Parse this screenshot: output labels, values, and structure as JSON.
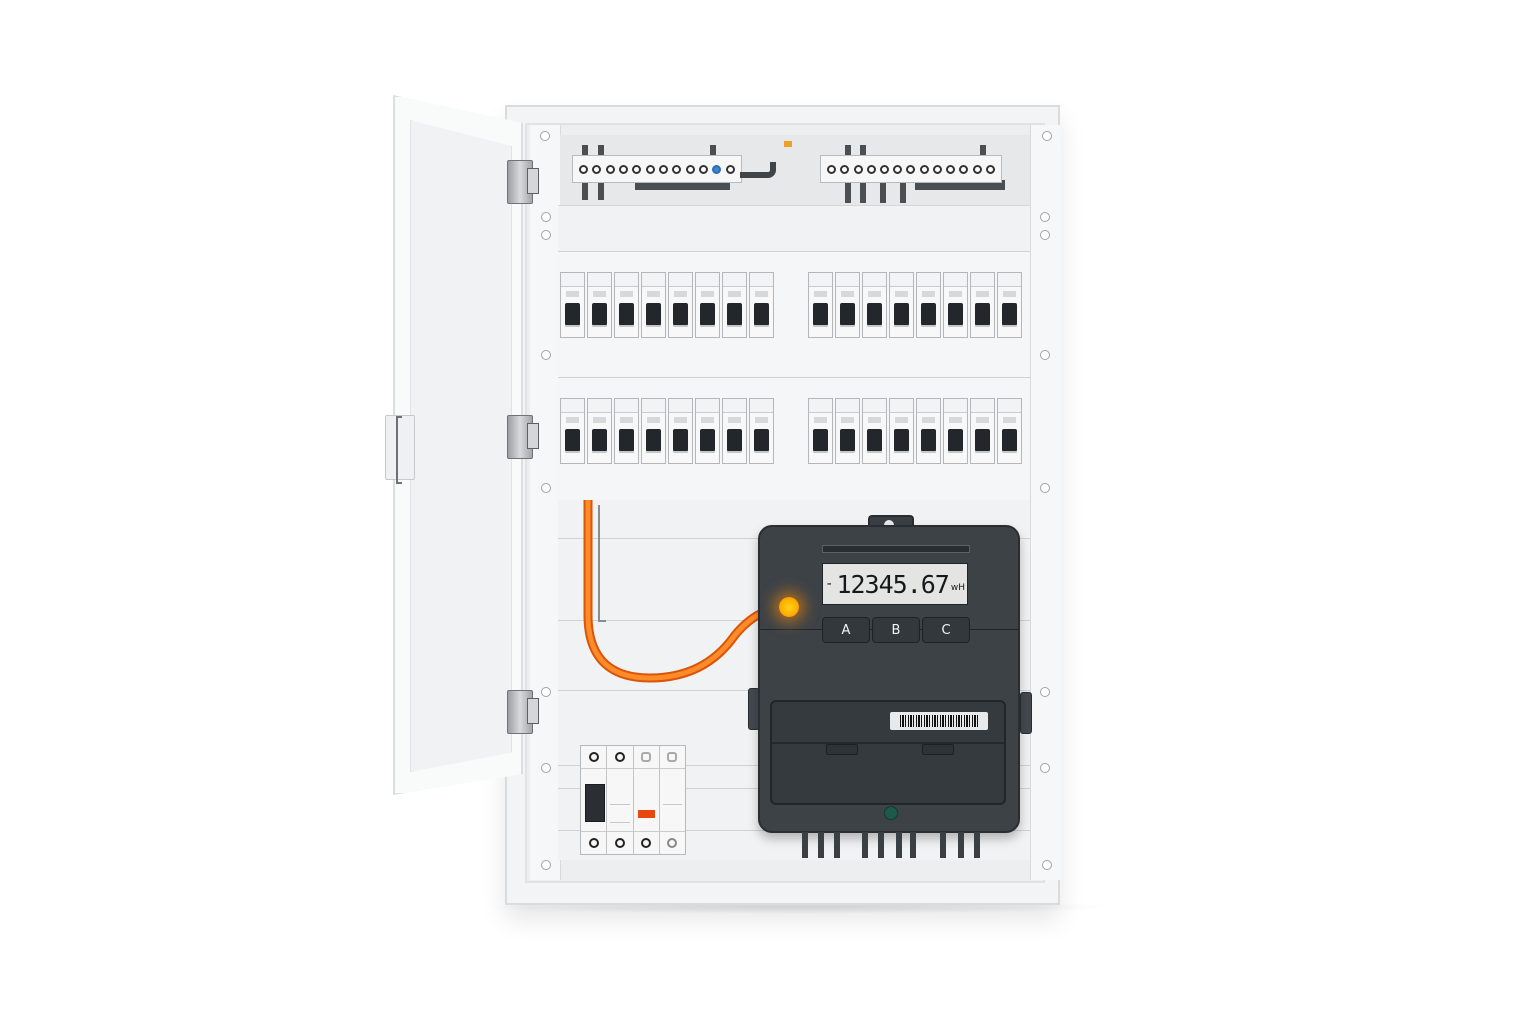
{
  "scene": {
    "title": "Electrical distribution cabinet with open door",
    "background": "#ffffff"
  },
  "cabinet": {
    "door_state": "open",
    "terminal_blocks": [
      {
        "label": "left-terminal-block",
        "terminals": 12,
        "highlight_index": 10,
        "highlight_color": "#3d86d1"
      },
      {
        "label": "right-terminal-block",
        "terminals": 13
      }
    ],
    "breaker_rows": [
      {
        "row": 1,
        "groups": [
          8,
          8
        ],
        "toggle_state": "on"
      },
      {
        "row": 2,
        "groups": [
          8,
          8
        ],
        "toggle_state": "on"
      }
    ],
    "rcd_module": {
      "poles": 4,
      "indicator_color": "#e8470e",
      "lever_color": "#2b2f33"
    },
    "cable": {
      "color": "#ff7a12",
      "led_color": "#ffb000"
    }
  },
  "meter": {
    "display": {
      "sign": "-",
      "value": "12345.67",
      "unit": "wH"
    },
    "buttons": [
      {
        "label": "A"
      },
      {
        "label": "B"
      },
      {
        "label": "C"
      }
    ],
    "status_indicator_color": "#1e5a4c",
    "barcode_label": "barcode"
  },
  "colors": {
    "meter_body": "#3d4247",
    "lcd_background": "#e4e5e3",
    "breaker_toggle": "#23272b",
    "cabinet_frame": "#f3f4f5"
  }
}
